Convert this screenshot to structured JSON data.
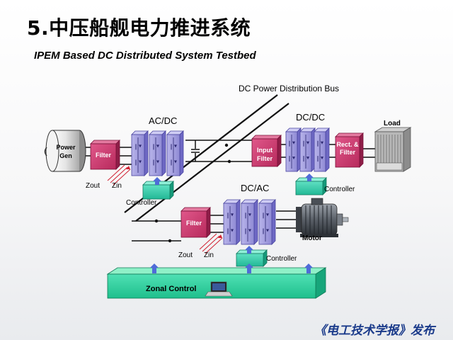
{
  "title": "5.中压船舰电力推进系统",
  "subtitle": "IPEM Based DC Distributed System Testbed",
  "labels": {
    "bus": "DC Power Distribution Bus",
    "ac_dc": "AC/DC",
    "dc_dc": "DC/DC",
    "dc_ac": "DC/AC",
    "load": "Load",
    "power_gen": "Power Gen",
    "filter1": "Filter",
    "filter2": "Filter",
    "input_filter": "Input Filter",
    "rect_filter": "Rect. & Filter",
    "controller1": "Controller",
    "controller2": "Controller",
    "controller3": "Controller",
    "zout1": "Zout",
    "zin1": "Zin",
    "zout2": "Zout",
    "zin2": "Zin",
    "motor": "Motor",
    "zonal": "Zonal Control"
  },
  "credit": "《电工技术学报》发布",
  "colors": {
    "module": "#9a96dc",
    "filter": "#cc3366",
    "controller": "#33c9a8",
    "zonal": "#2fcf9b",
    "arrow": "#4f6bd8",
    "credit": "#1a3a8a"
  },
  "icons": [
    "power-generator-icon",
    "ipem-module-icon",
    "load-rack-icon",
    "motor-icon",
    "computer-icon",
    "arrow-icon"
  ]
}
